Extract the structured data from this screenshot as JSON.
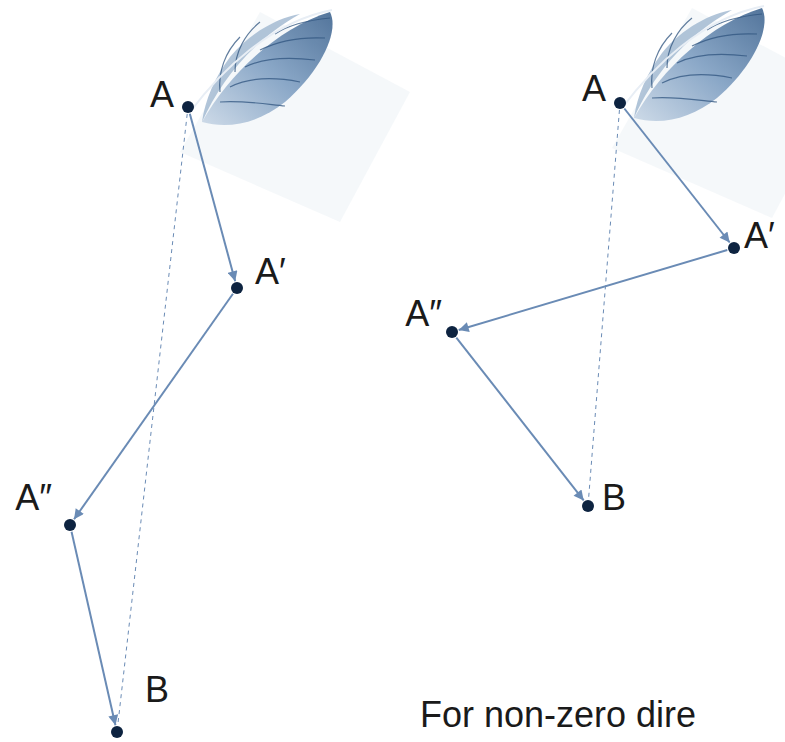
{
  "diagram": {
    "nodes": [
      {
        "text": [
          "A"
        ]
      },
      {
        "text": [
          "A′"
        ]
      },
      {
        "text": [
          "A″"
        ]
      },
      {
        "text": [
          "B"
        ]
      },
      {
        "text": [
          "A"
        ]
      },
      {
        "text": [
          "A′"
        ]
      },
      {
        "text": [
          "A″"
        ]
      },
      {
        "text": [
          "B"
        ]
      }
    ],
    "edges": [
      {
        "from": 0,
        "to": 1,
        "arrow": "to"
      },
      {
        "from": 1,
        "to": 2,
        "arrow": "to"
      },
      {
        "from": 2,
        "to": 3,
        "arrow": "to"
      },
      {
        "from": 0,
        "to": 3,
        "arrow": "none"
      },
      {
        "from": 4,
        "to": 5,
        "arrow": "to"
      },
      {
        "from": 5,
        "to": 6,
        "arrow": "to"
      },
      {
        "from": 6,
        "to": 7,
        "arrow": "to"
      },
      {
        "from": 4,
        "to": 7,
        "arrow": "none"
      }
    ],
    "labels": [
      "For non-zero dire"
    ]
  }
}
